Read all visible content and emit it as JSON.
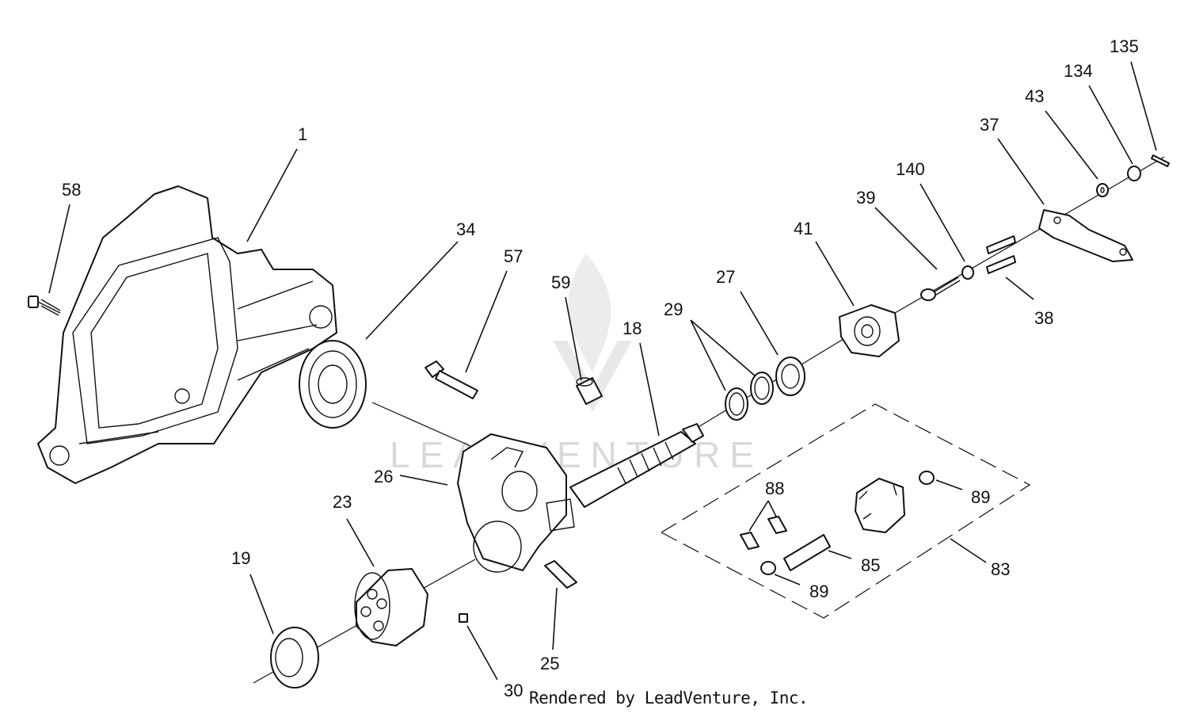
{
  "watermark": {
    "text": "LEADVENTURE"
  },
  "credit": "Rendered by LeadVenture, Inc.",
  "callouts": [
    {
      "id": "c1",
      "label": "1"
    },
    {
      "id": "c58",
      "label": "58"
    },
    {
      "id": "c34",
      "label": "34"
    },
    {
      "id": "c57",
      "label": "57"
    },
    {
      "id": "c59",
      "label": "59"
    },
    {
      "id": "c18",
      "label": "18"
    },
    {
      "id": "c29",
      "label": "29"
    },
    {
      "id": "c27",
      "label": "27"
    },
    {
      "id": "c41",
      "label": "41"
    },
    {
      "id": "c39",
      "label": "39"
    },
    {
      "id": "c140",
      "label": "140"
    },
    {
      "id": "c37",
      "label": "37"
    },
    {
      "id": "c43",
      "label": "43"
    },
    {
      "id": "c134",
      "label": "134"
    },
    {
      "id": "c135",
      "label": "135"
    },
    {
      "id": "c38",
      "label": "38"
    },
    {
      "id": "c26",
      "label": "26"
    },
    {
      "id": "c23",
      "label": "23"
    },
    {
      "id": "c19",
      "label": "19"
    },
    {
      "id": "c25",
      "label": "25"
    },
    {
      "id": "c30",
      "label": "30"
    },
    {
      "id": "c88",
      "label": "88"
    },
    {
      "id": "c89a",
      "label": "89"
    },
    {
      "id": "c85",
      "label": "85"
    },
    {
      "id": "c83",
      "label": "83"
    },
    {
      "id": "c89b",
      "label": "89"
    }
  ]
}
